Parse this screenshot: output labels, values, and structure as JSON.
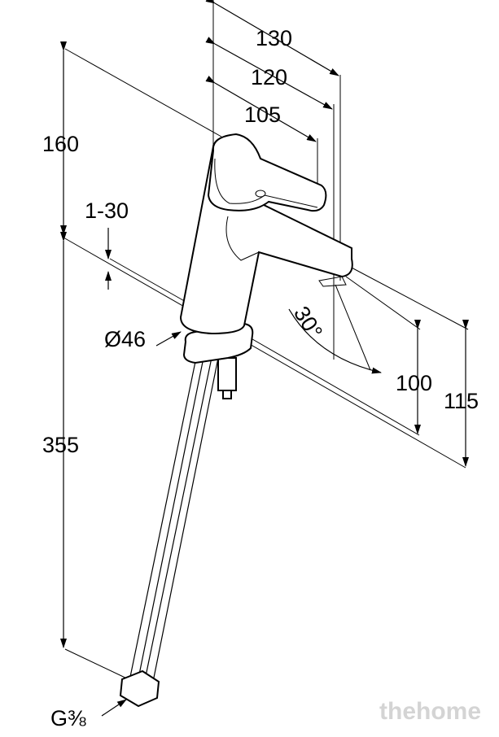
{
  "drawing": {
    "dimensions": {
      "width_total": "130",
      "width_spout": "120",
      "width_lever": "105",
      "height_body": "160",
      "deck_thickness": "1-30",
      "diameter": "Ø46",
      "hose_length": "355",
      "spout_height": "100",
      "spout_height_max": "115",
      "angle": "30°",
      "connection": "G⅜"
    },
    "watermark": "thehome"
  }
}
